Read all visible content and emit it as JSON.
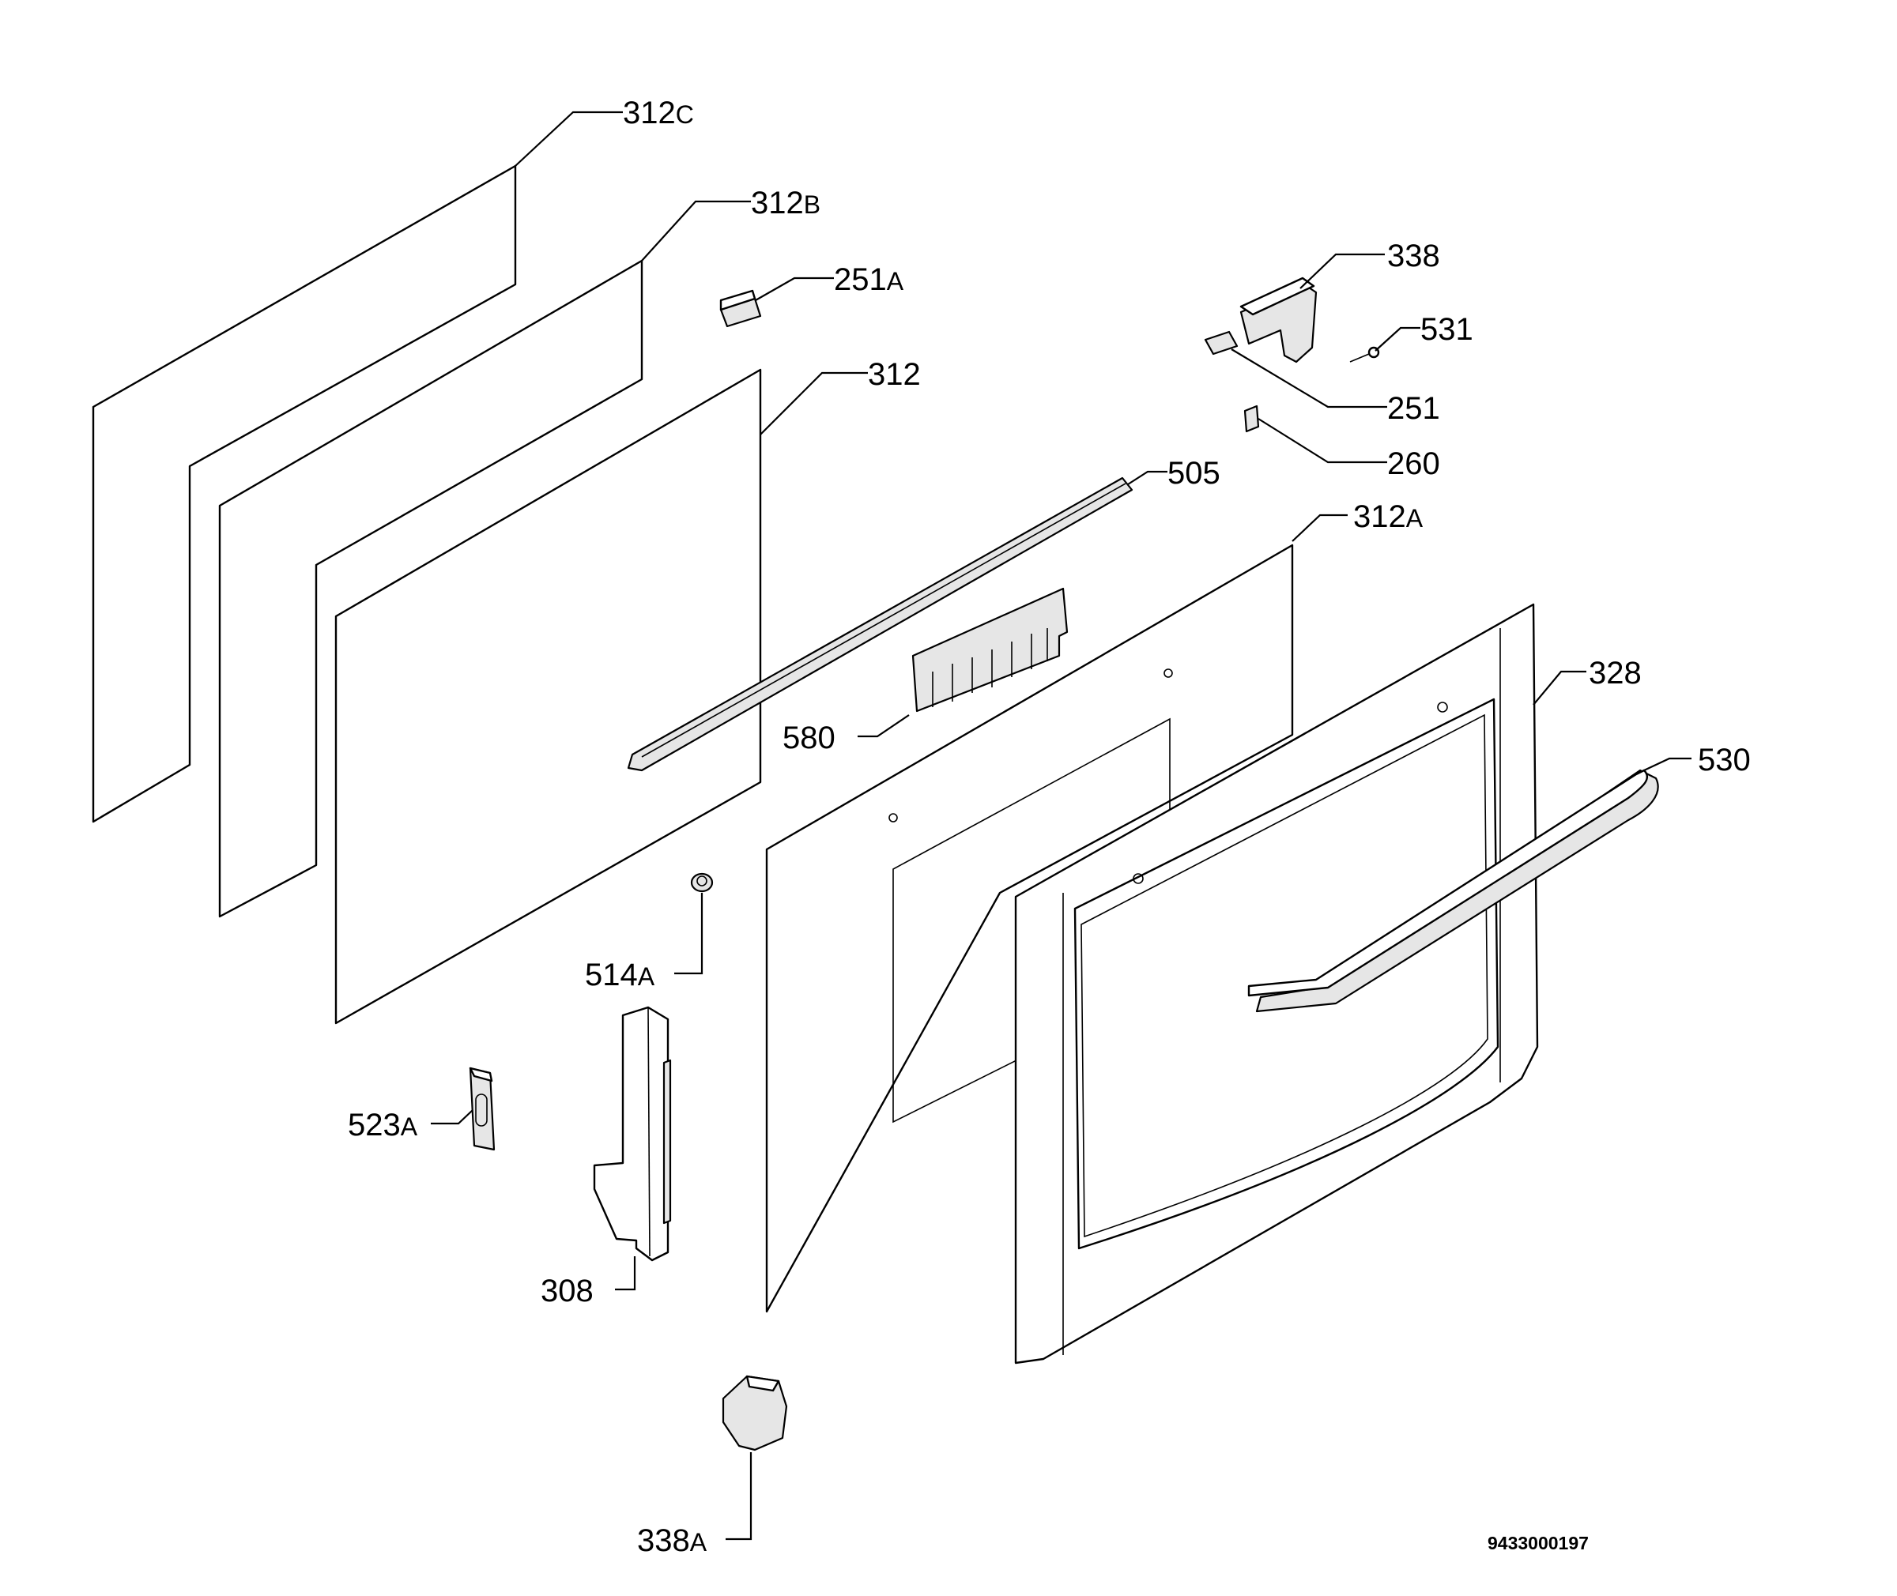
{
  "labels": [
    {
      "id": "312C",
      "num": "312",
      "suffix": "C"
    },
    {
      "id": "312B",
      "num": "312",
      "suffix": "B"
    },
    {
      "id": "251A",
      "num": "251",
      "suffix": "A"
    },
    {
      "id": "312",
      "num": "312",
      "suffix": ""
    },
    {
      "id": "338",
      "num": "338",
      "suffix": ""
    },
    {
      "id": "531",
      "num": "531",
      "suffix": ""
    },
    {
      "id": "251",
      "num": "251",
      "suffix": ""
    },
    {
      "id": "260",
      "num": "260",
      "suffix": ""
    },
    {
      "id": "505",
      "num": "505",
      "suffix": ""
    },
    {
      "id": "312A",
      "num": "312",
      "suffix": "A"
    },
    {
      "id": "328",
      "num": "328",
      "suffix": ""
    },
    {
      "id": "530",
      "num": "530",
      "suffix": ""
    },
    {
      "id": "580",
      "num": "580",
      "suffix": ""
    },
    {
      "id": "514A",
      "num": "514",
      "suffix": "A"
    },
    {
      "id": "523A",
      "num": "523",
      "suffix": "A"
    },
    {
      "id": "308",
      "num": "308",
      "suffix": ""
    },
    {
      "id": "338A",
      "num": "338",
      "suffix": "A"
    }
  ],
  "drawing_code": "9433000197"
}
